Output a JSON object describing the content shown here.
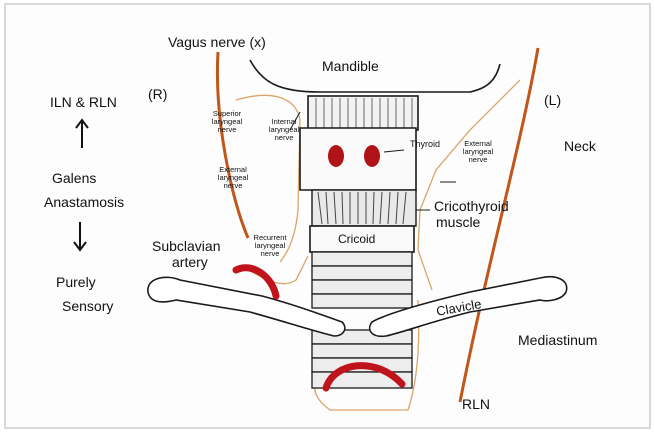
{
  "labels": {
    "vagus": "Vagus nerve (x)",
    "mandible": "Mandible",
    "right_side": "(R)",
    "left_side": "(L)",
    "neck": "Neck",
    "iln_rln": "ILN & RLN",
    "galens": "Galens",
    "anastamosis": "Anastamosis",
    "purely": "Purely",
    "sensory": "Sensory",
    "superior_laryngeal": "Superior laryngeal nerve",
    "internal_laryngeal": "Internal laryngeal nerve",
    "thyroid": "Thyroid",
    "external_laryngeal_right": "External laryngeal nerve",
    "external_laryngeal_left": "External laryngeal nerve",
    "cricothyroid_1": "Cricothyroid",
    "cricothyroid_2": "muscle",
    "cricoid": "Cricoid",
    "subclavian_1": "Subclavian",
    "subclavian_2": "artery",
    "recurrent_laryngeal": "Recurrent laryngeal nerve",
    "clavicle": "Clavicle",
    "mediastinum": "Mediastinum",
    "rln": "RLN"
  },
  "colors": {
    "nerve": "#c0561a",
    "artery": "#c0141c",
    "outline": "#1a1a1a",
    "faint_nerve": "#d9a46a"
  }
}
